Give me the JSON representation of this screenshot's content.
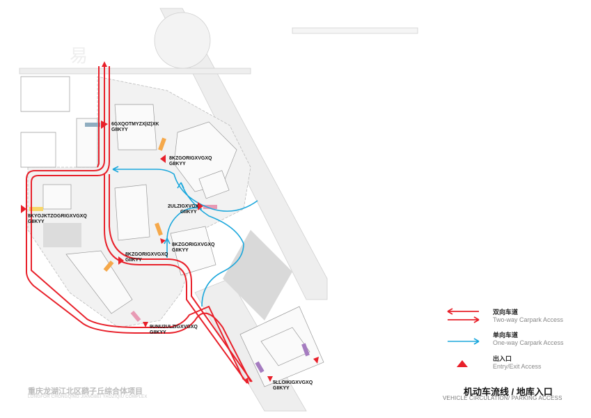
{
  "labels": [
    {
      "code": "6GXQOTMYZX|IZ|XK",
      "sub": "GIIKYY"
    },
    {
      "code": "8KZGORIGXVGXQ",
      "sub": "GIIKYY"
    },
    {
      "code": "8KYOJKTZOGRIGXVGXQ",
      "sub": "GIIKYY"
    },
    {
      "code": "2ULZIGXVGX",
      "sub": "GIIKYY"
    },
    {
      "code": "8KZGORIGXVGXQ",
      "sub": "GIIKYY"
    },
    {
      "code": "8KZGORIGXVGXQ",
      "sub": "GIIKYY"
    },
    {
      "code": "9UNU2ULZIGXVGXQ",
      "sub": "GIIKYY"
    },
    {
      "code": "5LLOIKIGXVGXQ",
      "sub": "GIIKYY"
    }
  ],
  "legend": {
    "two_way": {
      "cn": "双向车道",
      "en": "Two-way Carpark Access",
      "color": "#e8202a"
    },
    "one_way": {
      "cn": "单向车道",
      "en": "One-way Carpark Access",
      "color": "#1aa7dc"
    },
    "entry": {
      "cn": "出入口",
      "en": "Entry/Exit Access",
      "color": "#e8202a"
    }
  },
  "title": {
    "cn": "机动车流线 / 地库入口",
    "en": "VEHICLE CIRCULATION/ PARKING ACCESS"
  },
  "project": {
    "cn": "重庆龙湖江北区鹞子丘综合体项目",
    "en": "LONGFOR CHONGQING JIANGBEI YAOZIQIU COMPLEX"
  },
  "watermark": "易"
}
